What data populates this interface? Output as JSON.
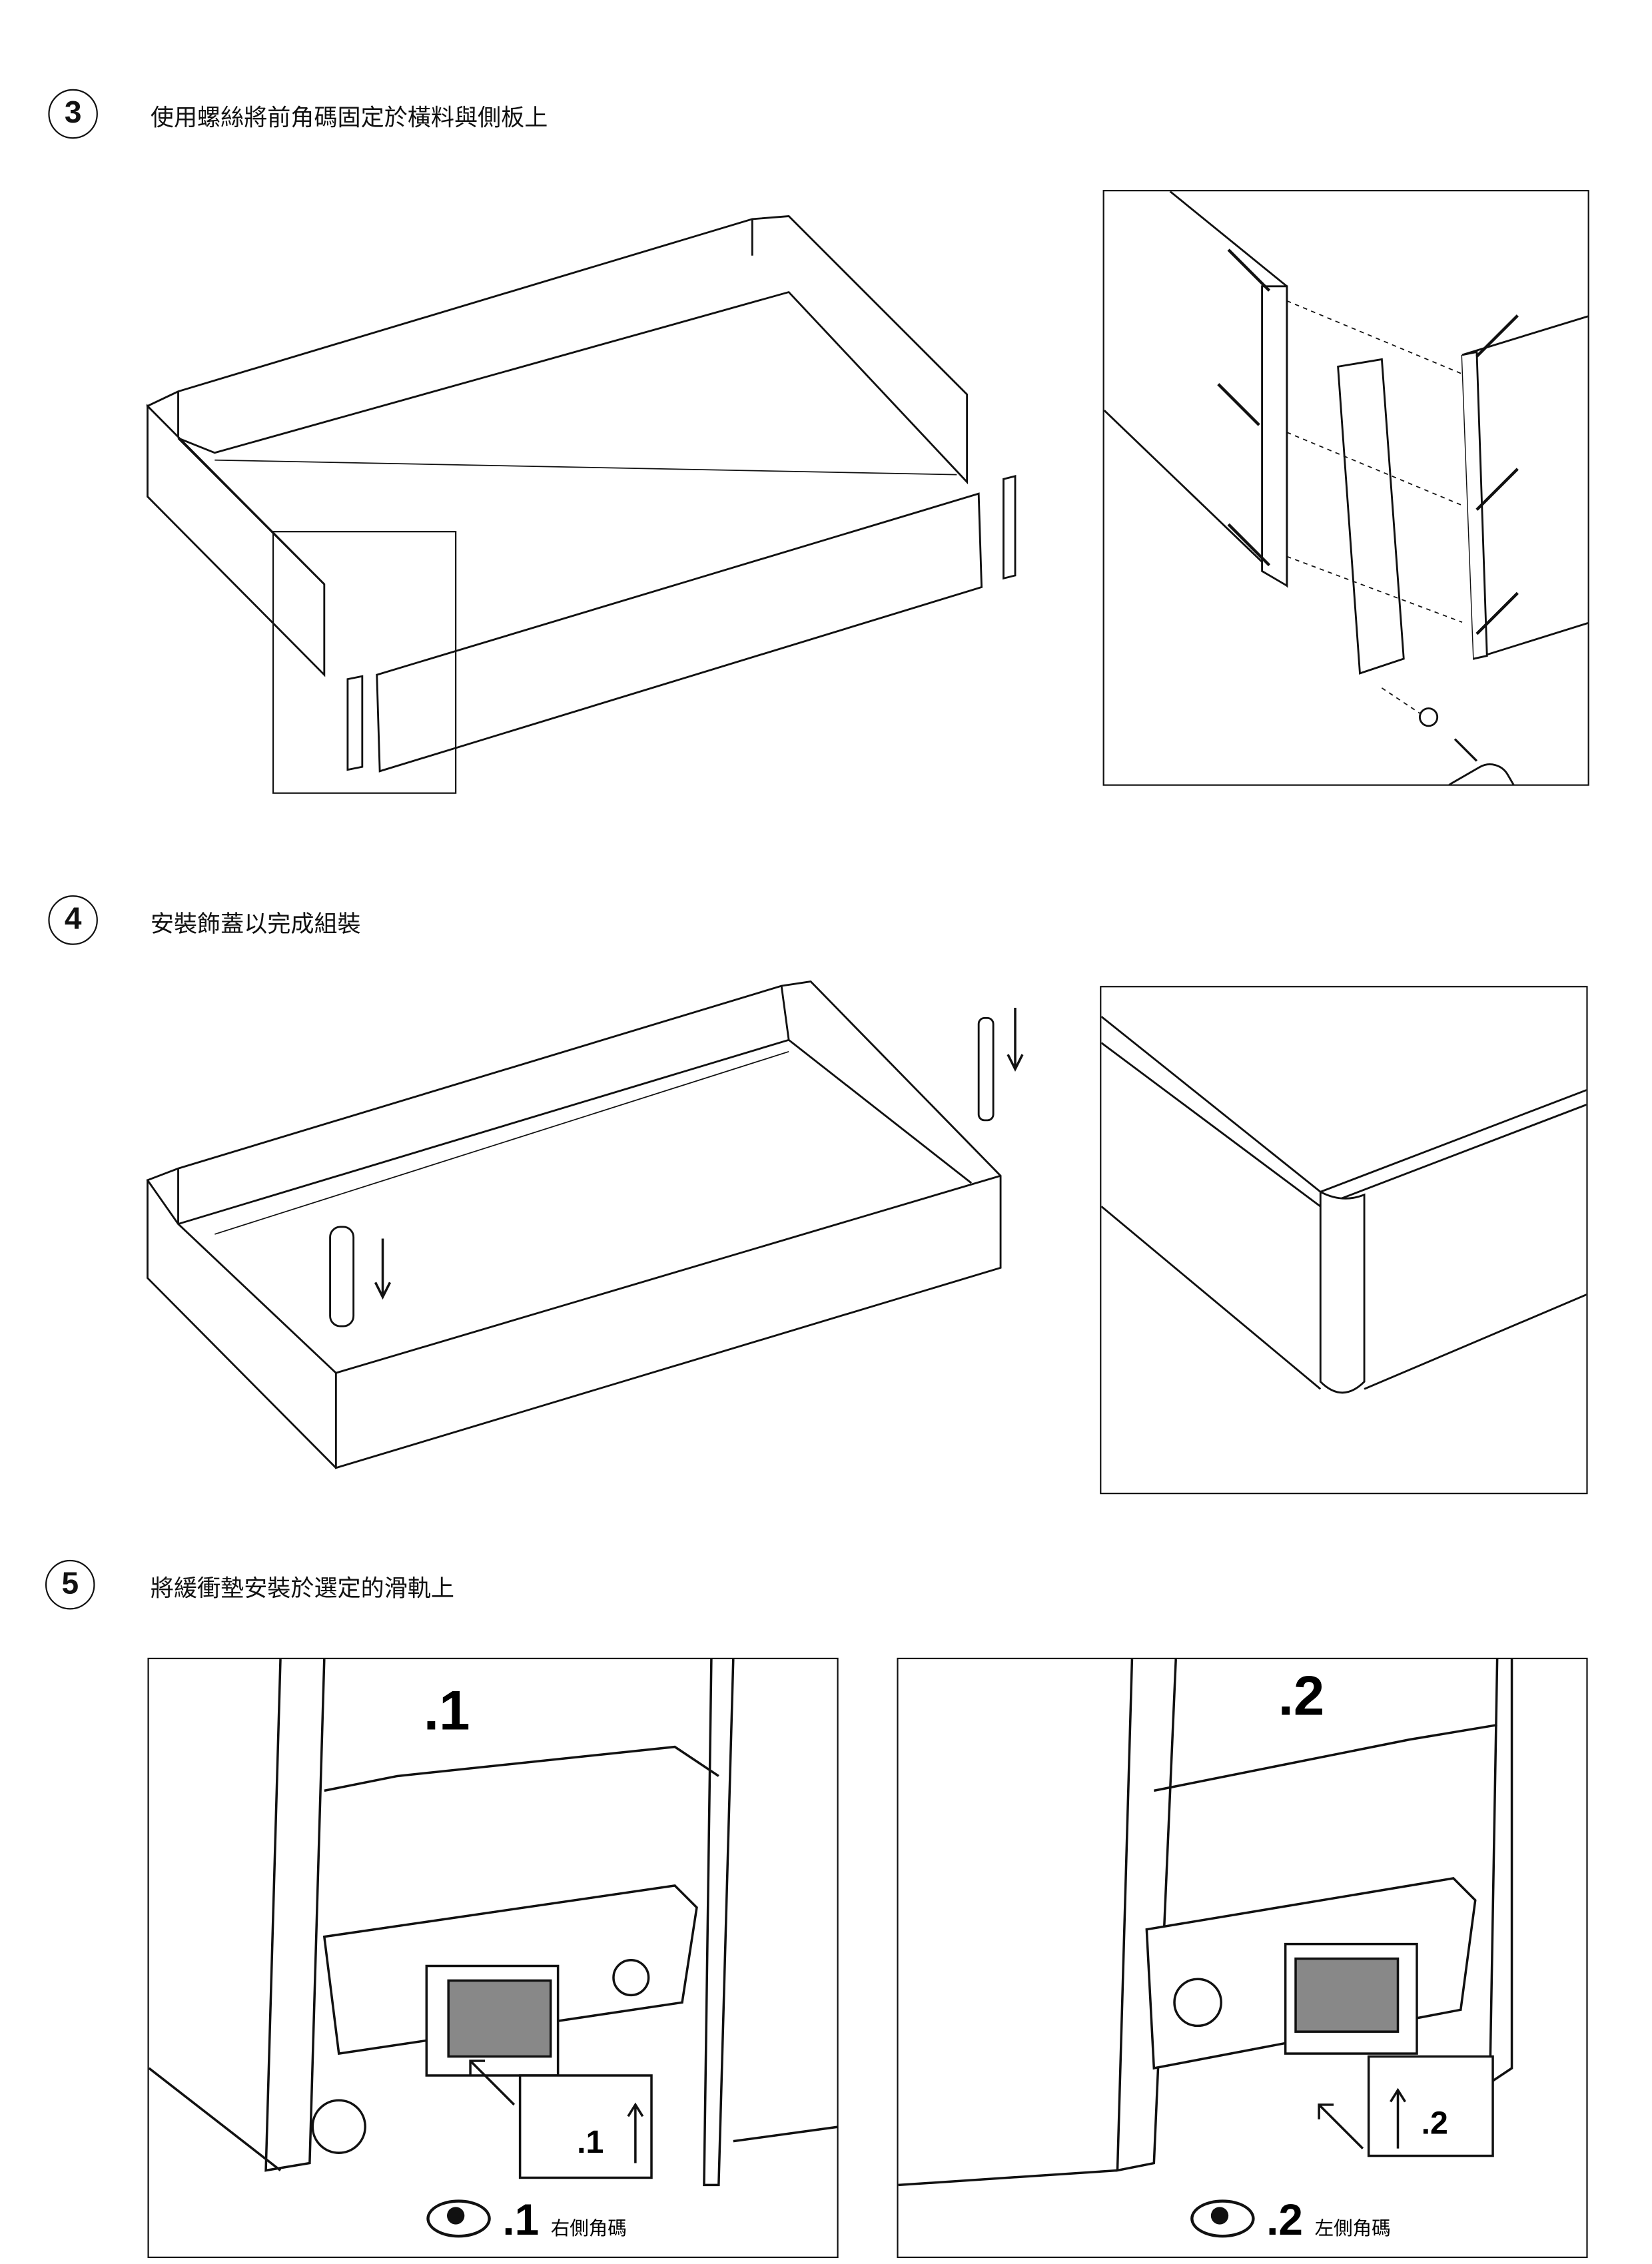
{
  "steps": [
    {
      "number": "3",
      "text": "使用螺絲將前角碼固定於橫料與側板上"
    },
    {
      "number": "4",
      "text": "安裝飾蓋以完成組裝"
    },
    {
      "number": "5",
      "text": "將緩衝墊安裝於選定的滑軌上"
    }
  ],
  "step5": {
    "panel1": {
      "marker": ".1",
      "tag": ".1",
      "view_number": ".1",
      "view_text": "右側角碼"
    },
    "panel2": {
      "marker": ".2",
      "tag": ".2",
      "view_number": ".2",
      "view_text": "左側角碼"
    }
  }
}
